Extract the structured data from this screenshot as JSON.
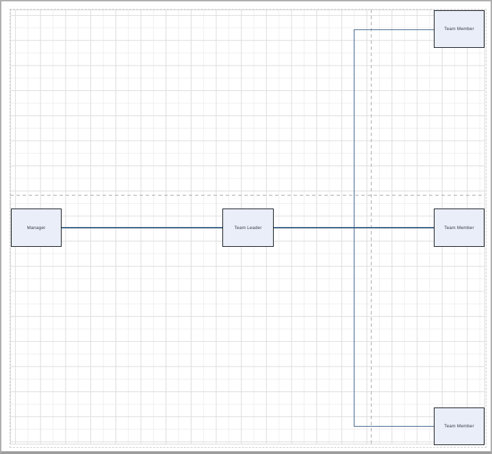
{
  "diagram": {
    "type": "org-chart",
    "nodes": [
      {
        "id": "manager",
        "label": "Manager"
      },
      {
        "id": "team-leader",
        "label": "Team Leader"
      },
      {
        "id": "member-top",
        "label": "Team Member"
      },
      {
        "id": "member-middle",
        "label": "Team Member"
      },
      {
        "id": "member-bottom",
        "label": "Team Member"
      }
    ],
    "edges": [
      {
        "from": "manager",
        "to": "team-leader",
        "style": "orthogonal"
      },
      {
        "from": "team-leader",
        "to": "member-top",
        "style": "orthogonal"
      },
      {
        "from": "team-leader",
        "to": "member-middle",
        "style": "orthogonal"
      },
      {
        "from": "team-leader",
        "to": "member-bottom",
        "style": "orthogonal"
      }
    ],
    "colors": {
      "node_fill": "#e9eef8",
      "node_border": "#15191f",
      "connector": "#40658a",
      "grid_minor": "#efefef",
      "grid_major": "#dedede",
      "page_break_dash": "#a9a9a9",
      "page_edge_dash": "#cfcfcf",
      "frame_border": "#aeaeae"
    },
    "canvas": {
      "grid_visible": true,
      "page_breaks_visible": true
    }
  }
}
